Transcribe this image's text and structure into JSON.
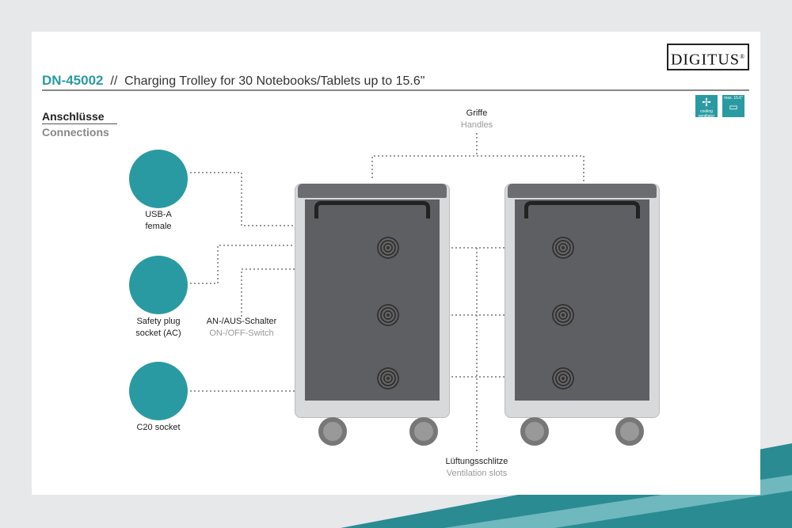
{
  "brand": "DIGITUS",
  "header": {
    "code": "DN-45002",
    "separator": "//",
    "title": "Charging Trolley for 30 Notebooks/Tablets up to 15.6\""
  },
  "badges": {
    "cooling": "cooling ventilator",
    "size": "max. 15.6\""
  },
  "section": {
    "de": "Anschlüsse",
    "en": "Connections"
  },
  "connections": [
    {
      "label1": "USB-A",
      "label2": "female"
    },
    {
      "label1": "Safety plug",
      "label2": "socket (AC)"
    },
    {
      "label1": "C20 socket",
      "label2": ""
    }
  ],
  "callouts": {
    "handles": {
      "de": "Griffe",
      "en": "Handles"
    },
    "switch": {
      "de": "AN-/AUS-Schalter",
      "en": "ON-/OFF-Switch"
    },
    "vents": {
      "de": "Lüftungsschlitze",
      "en": "Ventilation slots"
    }
  },
  "colors": {
    "accent": "#2a9aa2"
  }
}
